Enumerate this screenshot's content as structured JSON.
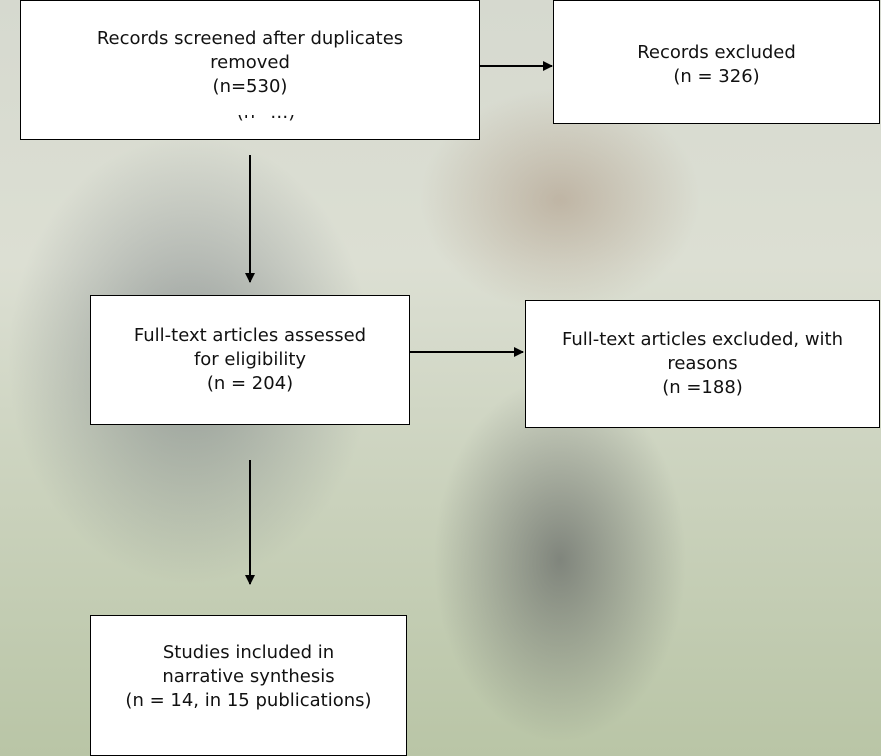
{
  "boxes": {
    "screened": {
      "line1": "Records screened after duplicates",
      "line2": "removed",
      "line3": "(n=530)",
      "line4": "(n=…)"
    },
    "excluded": {
      "line1": "Records excluded",
      "line2": "(n = 326)"
    },
    "fulltext": {
      "line1": "Full-text articles assessed",
      "line2": "for eligibility",
      "line3": "(n = 204)"
    },
    "fulltext_excluded": {
      "line1": "Full-text articles excluded, with",
      "line2": "reasons",
      "line3": "(n =188)"
    },
    "included": {
      "line1": "Studies included in",
      "line2": "narrative synthesis",
      "line3": "(n = 14, in 15 publications)"
    }
  },
  "colors": {
    "box_fill": "#ffffff",
    "stroke": "#000000"
  },
  "background": "photo of children running in a grassy field (faded)"
}
